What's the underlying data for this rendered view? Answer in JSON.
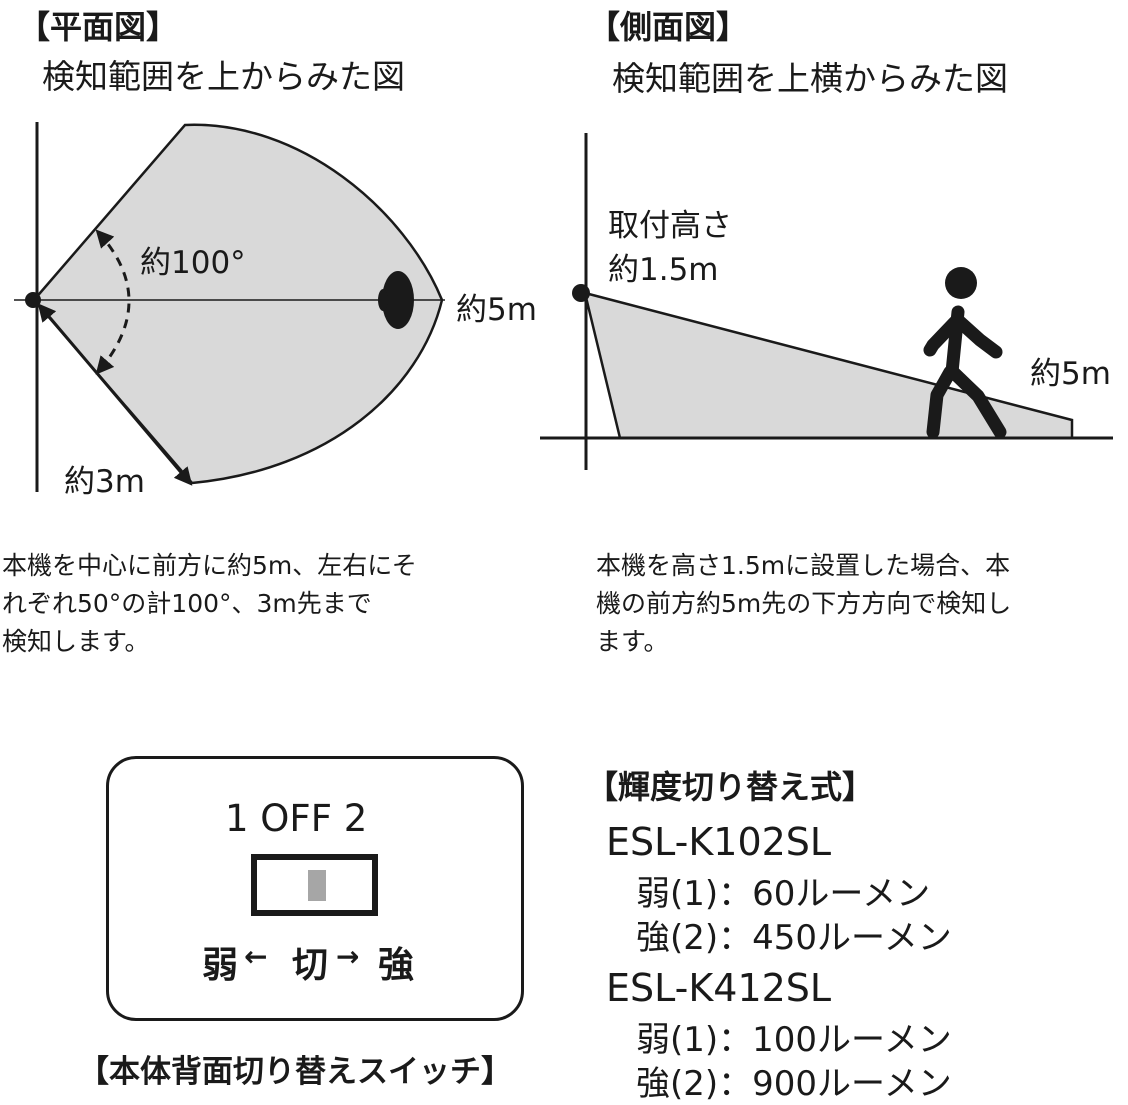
{
  "plan": {
    "heading": "【平面図】",
    "subtitle": "検知範囲を上からみた図",
    "angle_label": "約100°",
    "range_label": "約5m",
    "side_range_label": "約3m",
    "description": [
      "本機を中心に前方に約5m、左右にそ",
      "れぞれ50°の計100°、3m先まで",
      "検知します。"
    ]
  },
  "side": {
    "heading": "【側面図】",
    "subtitle": "検知範囲を上横からみた図",
    "mount_label_1": "取付高さ",
    "mount_label_2": "約1.5m",
    "range_label": "約5m",
    "description": [
      "本機を高さ1.5mに設置した場合、本",
      "機の前方約5m先の下方方向で検知し",
      "ます。"
    ]
  },
  "switch": {
    "positions_label": "1 OFF 2",
    "modes_weak": "弱",
    "modes_off": "切",
    "modes_strong": "強",
    "arrow_left": "←",
    "arrow_right": "→",
    "caption": "【本体背面切り替えスイッチ】"
  },
  "brightness": {
    "heading": "【輝度切り替え式】",
    "models": [
      {
        "name": "ESL-K102SL",
        "weak": "弱(1)：60ルーメン",
        "strong": "強(2)：450ルーメン"
      },
      {
        "name": "ESL-K412SL",
        "weak": "弱(1)：100ルーメン",
        "strong": "強(2)：900ルーメン"
      }
    ]
  },
  "colors": {
    "fill": "#d9d9d9",
    "ink": "#1a1a1a",
    "switch_knob": "#a6a6a6"
  }
}
